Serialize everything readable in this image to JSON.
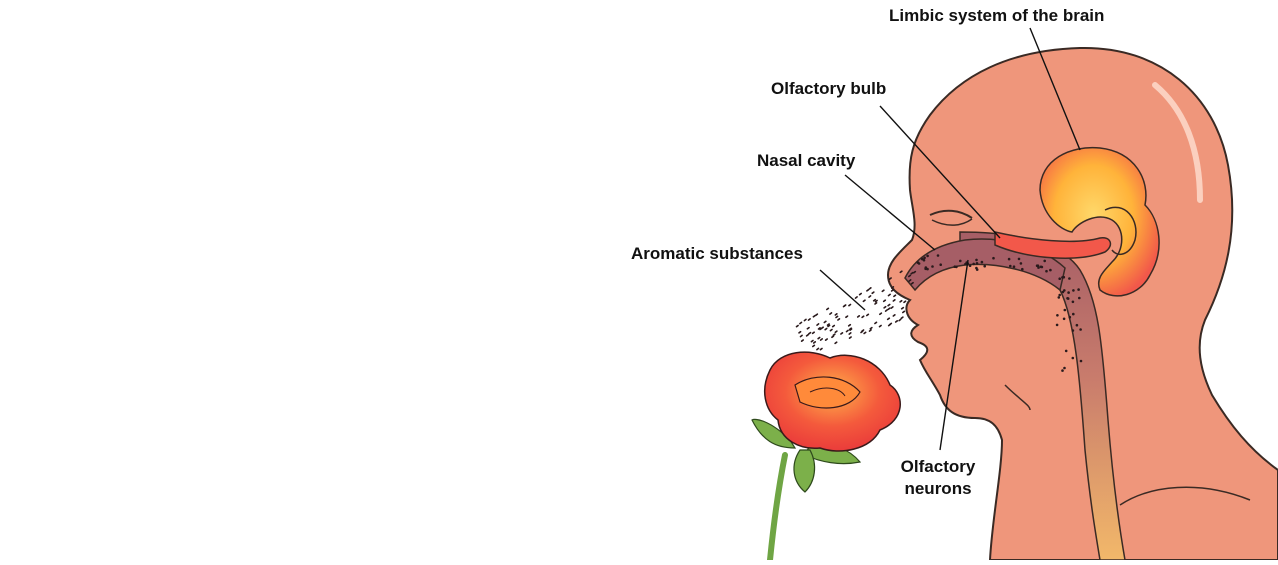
{
  "labels": {
    "limbic": "Limbic system of the brain",
    "bulb": "Olfactory bulb",
    "nasal": "Nasal cavity",
    "aromatic": "Aromatic substances",
    "neurons_line1": "Olfactory",
    "neurons_line2": "neurons"
  },
  "colors": {
    "skin": "#EF967B",
    "skin_outline": "#3A2A24",
    "nasal_cavity": "#A65E66",
    "neuron_dots": "#2A1A1C",
    "limbic_core": "#FFC23A",
    "limbic_outer": "#F2584A",
    "spine_channel": "#E9A56A",
    "rose_petal": "#F0453B",
    "rose_highlight": "#FFB03A",
    "leaf": "#7CB04A",
    "stem": "#6FA544",
    "leader_line": "#111111"
  },
  "icons": {
    "head": "human-head-profile",
    "flower": "rose-flower"
  }
}
